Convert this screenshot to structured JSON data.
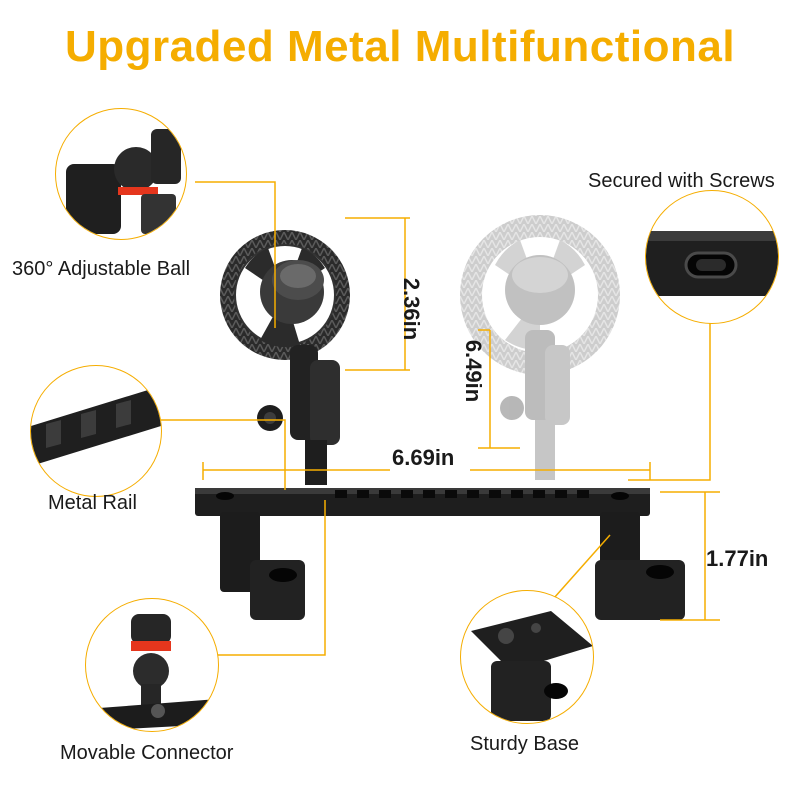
{
  "title": "Upgraded Metal Multifunctional",
  "callouts": {
    "ball": "360° Adjustable Ball",
    "screws": "Secured with Screws",
    "rail": "Metal Rail",
    "connector": "Movable Connector",
    "base": "Sturdy Base"
  },
  "dimensions": {
    "ring_diameter": "2.36in",
    "mount_height": "6.49in",
    "rail_length": "6.69in",
    "base_height": "1.77in"
  },
  "colors": {
    "accent": "#f5ad00",
    "product": "#1c1c1c",
    "ghost": "#bdbdbd"
  }
}
